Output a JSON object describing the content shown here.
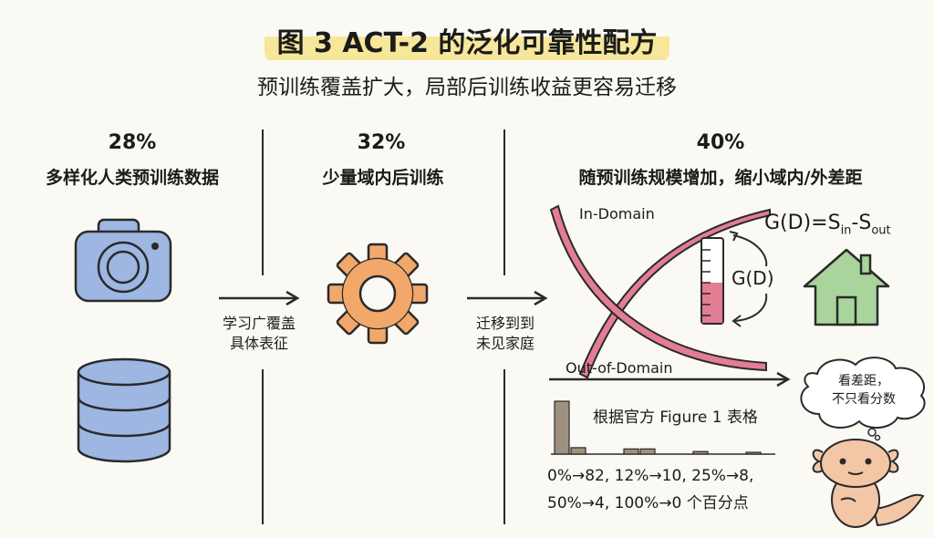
{
  "title": "图 3 ACT-2 的泛化可靠性配方",
  "subtitle": "预训练覆盖扩大，局部后训练收益更容易迁移",
  "columns": [
    {
      "percent": "28%",
      "heading": "多样化人类预训练数据"
    },
    {
      "percent": "32%",
      "heading": "少量域内后训练"
    },
    {
      "percent": "40%",
      "heading": "随预训练规模增加，缩小域内/外差距"
    }
  ],
  "arrows": [
    {
      "line1": "学习广覆盖",
      "line2": "具体表征"
    },
    {
      "line1": "迁移到到",
      "line2": "未见家庭"
    }
  ],
  "diagram": {
    "in_domain_label": "In-Domain",
    "out_domain_label": "Out-of-Domain",
    "gap_label": "G(D)",
    "formula_main": "G(D)=S",
    "formula_sub_in": "in",
    "formula_dash": "-S",
    "formula_sub_out": "out",
    "thought_line1": "看差距，",
    "thought_line2": "不只看分数"
  },
  "mini_table": {
    "caption": "根据官方 Figure 1 表格",
    "line1": "0%→82, 12%→10, 25%→8,",
    "line2": "50%→4, 100%→0 个百分点"
  },
  "chart_data": {
    "type": "bar",
    "title": "",
    "categories": [
      "0%",
      "12%",
      "25%",
      "50%",
      "100%"
    ],
    "series": [
      {
        "values": [
          82,
          10,
          8,
          4,
          0
        ]
      }
    ],
    "ylim": [
      0,
      82
    ]
  },
  "colors": {
    "highlight": "#f6e79a",
    "camera": "#9db6e2",
    "gear": "#f1a86a",
    "curve": "#e37d93",
    "house": "#a9d49c",
    "bar": "#a0907f",
    "axolotl": "#f3c6a5"
  },
  "icons": [
    "camera-icon",
    "database-icon",
    "gear-icon",
    "house-icon",
    "thermometer-icon",
    "axolotl-icon",
    "thought-bubble-icon"
  ]
}
